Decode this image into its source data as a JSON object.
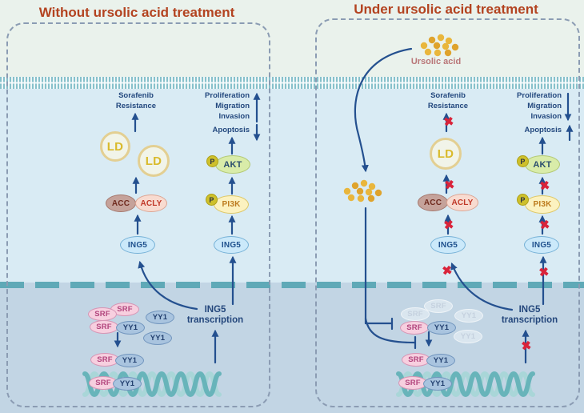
{
  "left": {
    "title": "Without ursolic acid treatment"
  },
  "right": {
    "title": "Under ursolic acid treatment",
    "ursolic_acid_label": "Ursolic acid"
  },
  "labels": {
    "ld": "LD",
    "acc": "ACC",
    "acly": "ACLY",
    "akt": "AKT",
    "pi3k": "PI3K",
    "p": "P",
    "ing5": "ING5",
    "srf": "SRF",
    "yy1": "YY1"
  },
  "texts": {
    "sorafenib": "Sorafenib",
    "resistance": "Resistance",
    "proliferation": "Proliferation",
    "migration": "Migration",
    "invasion": "Invasion",
    "apoptosis": "Apoptosis",
    "ing5": "ING5",
    "transcription": "transcription"
  },
  "icons": {
    "inhibit_x": "✖"
  },
  "colors": {
    "title": "#b34320",
    "arrow": "#24508f",
    "inhibit_x": "#d9233a",
    "membrane_stripe": "#87c1cb",
    "nuclear_envelope": "#5fa9b7",
    "panel_border": "#8b9cb3",
    "ursolic_dot": "#e9b63c",
    "ursolic_label": "#b97678",
    "extracellular": "#eaf2ec",
    "cytoplasm": "#d9ebf4",
    "nucleus": "#c2d5e4",
    "dna_strand": "#68b4ba"
  }
}
